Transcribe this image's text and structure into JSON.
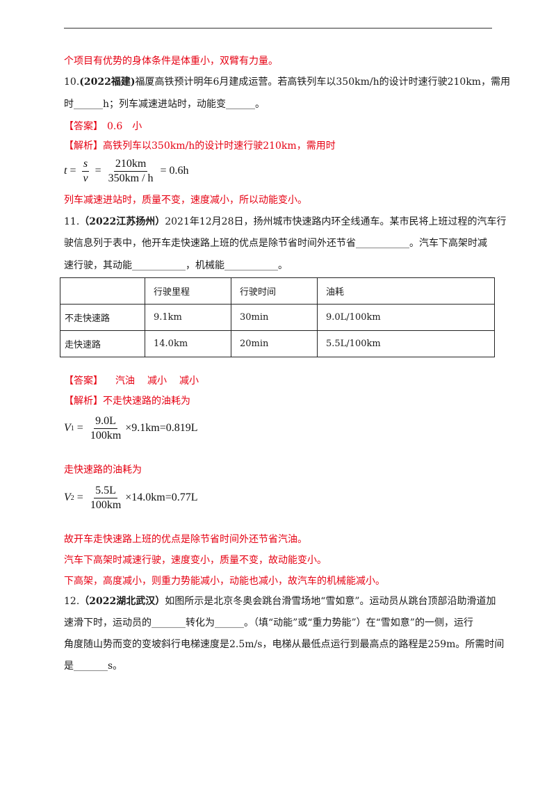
{
  "intro": "个项目有优势的身体条件是体重小，双臂有力量。",
  "q10": {
    "num": "10.",
    "source": "(2022福建)",
    "line1": "福厦高铁预计明年6月建成运营。若高铁列车以350km/h的设计时速行驶210km，需用",
    "line2": "时______h；列车减速进站时，动能变______。",
    "answer_label": "【答案】",
    "answer_1": "0.6",
    "answer_2": "小",
    "analysis_label": "【解析】",
    "analysis_text": "高铁列车以350km/h的设计时速行驶210km，需用时",
    "formula": {
      "lhs": "t",
      "eq1": " = ",
      "f1_num": "s",
      "f1_den": "v",
      "eq2": " = ",
      "f2_num": "210km",
      "f2_den": "350km / h",
      "rhs": " = 0.6h"
    },
    "conclusion": "列车减速进站时，质量不变，速度减小，所以动能变小。"
  },
  "q11": {
    "num": "11.",
    "source": "（2022江苏扬州）",
    "line1": "2021年12月28日，扬州城市快速路内环全线通车。某市民将上班过程的汽车行",
    "line2": "驶信息列于表中，他开车走快速路上班的优点是除节省时间外还节省___________。汽车下高架时减",
    "line3": "速行驶，其动能___________，机械能___________。",
    "table": {
      "headers": [
        "",
        "行驶里程",
        "行驶时间",
        "油耗"
      ],
      "rows": [
        [
          "不走快速路",
          "9.1km",
          "30min",
          "9.0L/100km"
        ],
        [
          "走快速路",
          "14.0km",
          "20min",
          "5.5L/100km"
        ]
      ]
    },
    "answer_label": "【答案】",
    "answers": [
      "汽油",
      "减小",
      "减小"
    ],
    "analysis_label": "【解析】",
    "analysis_text": "不走快速路的油耗为",
    "formula1": {
      "lhs": "V",
      "sub": "1",
      "eq": " = ",
      "num": "9.0L",
      "den": "100km",
      "rhs": "×9.1km=0.819L"
    },
    "mid_text": "走快速路的油耗为",
    "formula2": {
      "lhs": "V",
      "sub": "2",
      "eq": " = ",
      "num": "5.5L",
      "den": "100km",
      "rhs": "×14.0km=0.77L"
    },
    "concl1": "故开车走快速路上班的优点是除节省时间外还节省汽油。",
    "concl2": "汽车下高架时减速行驶，速度变小，质量不变，故动能变小。",
    "concl3": "下高架，高度减小，则重力势能减小，动能也减小，故汽车的机械能减小。"
  },
  "q12": {
    "num": "12.",
    "source": "（2022湖北武汉）",
    "line1": "如图所示是北京冬奥会跳台滑雪场地“雪如意”。运动员从跳台顶部沿助滑道加",
    "line2": "速滑下时，运动员的_______转化为______。（填“动能”或“重力势能”）在“雪如意”的一侧，运行",
    "line3": "角度随山势而变的变坡斜行电梯速度是2.5m/s，电梯从最低点运行到最高点的路程是259m。所需时间",
    "line4": "是_______s。"
  }
}
